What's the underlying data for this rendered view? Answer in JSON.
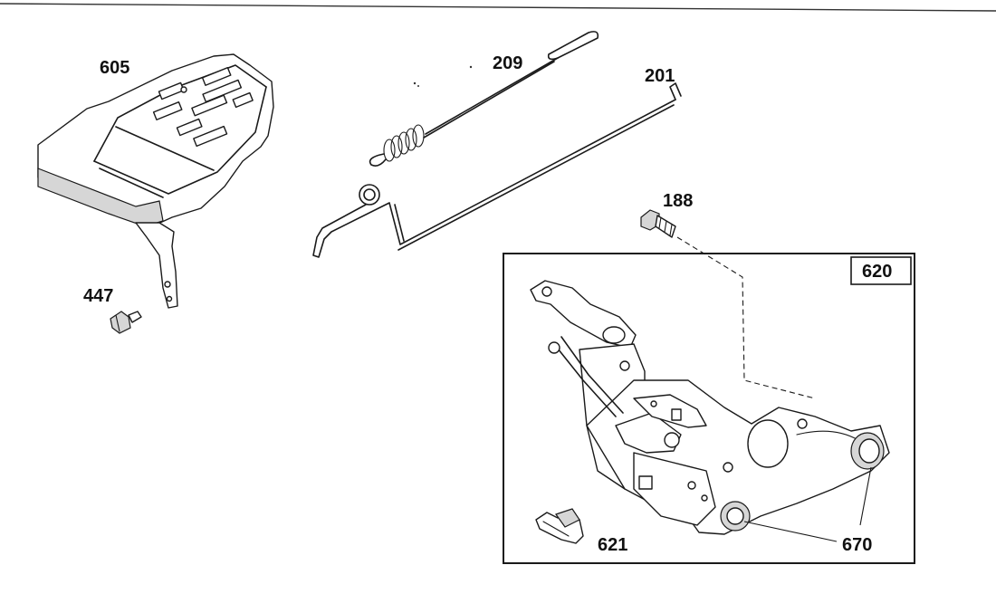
{
  "parts": [
    {
      "id": "605"
    },
    {
      "id": "447"
    },
    {
      "id": "209"
    },
    {
      "id": "201"
    },
    {
      "id": "188"
    },
    {
      "id": "620"
    },
    {
      "id": "621"
    },
    {
      "id": "670"
    }
  ]
}
